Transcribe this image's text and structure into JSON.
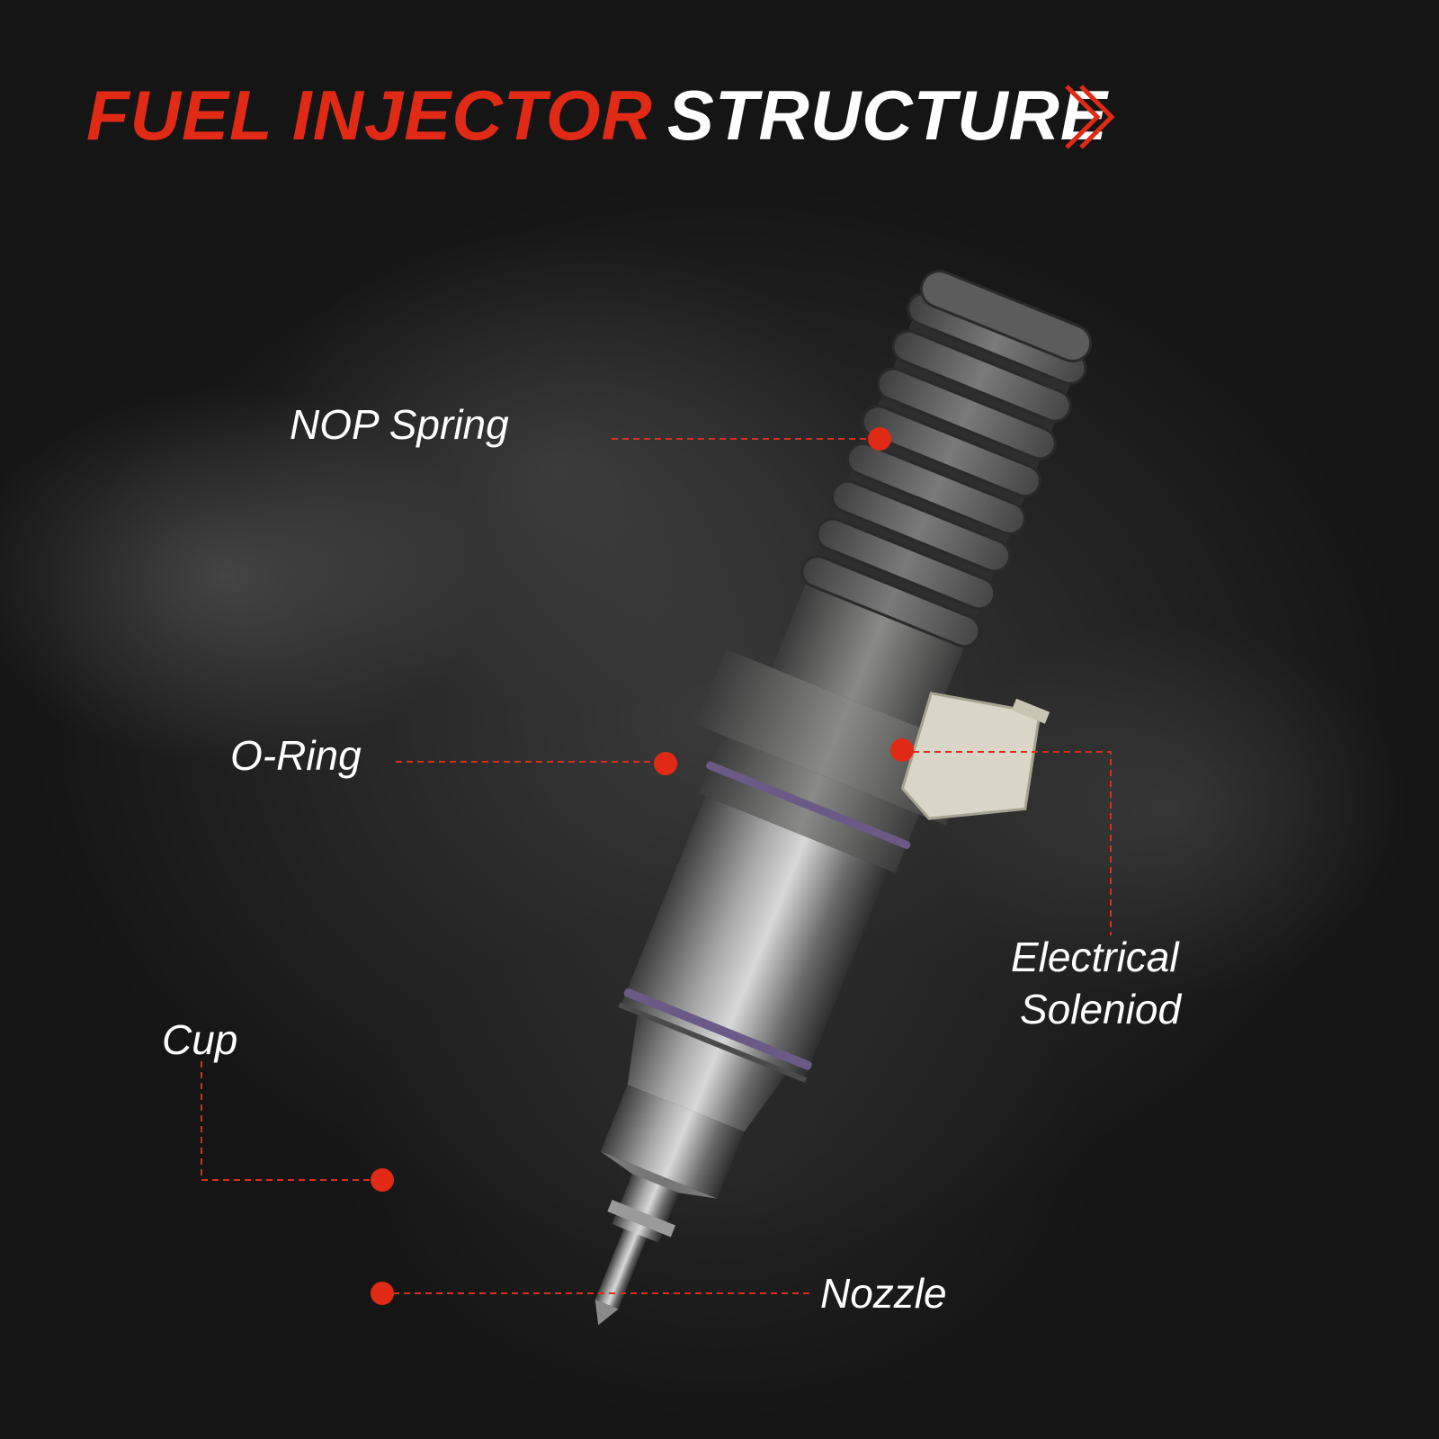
{
  "title": {
    "part1": "FUEL INJECTOR",
    "part2": "STRUCTURE"
  },
  "colors": {
    "accent": "#e02a16",
    "text": "#ffffff",
    "background": "#1c1c1c"
  },
  "labels": {
    "nop_spring": "NOP Spring",
    "o_ring": "O-Ring",
    "electrical_line1": "Electrical",
    "electrical_line2": "Soleniod",
    "cup": "Cup",
    "nozzle": "Nozzle"
  },
  "icons": {
    "title_arrow": "double-chevron-right-icon"
  }
}
